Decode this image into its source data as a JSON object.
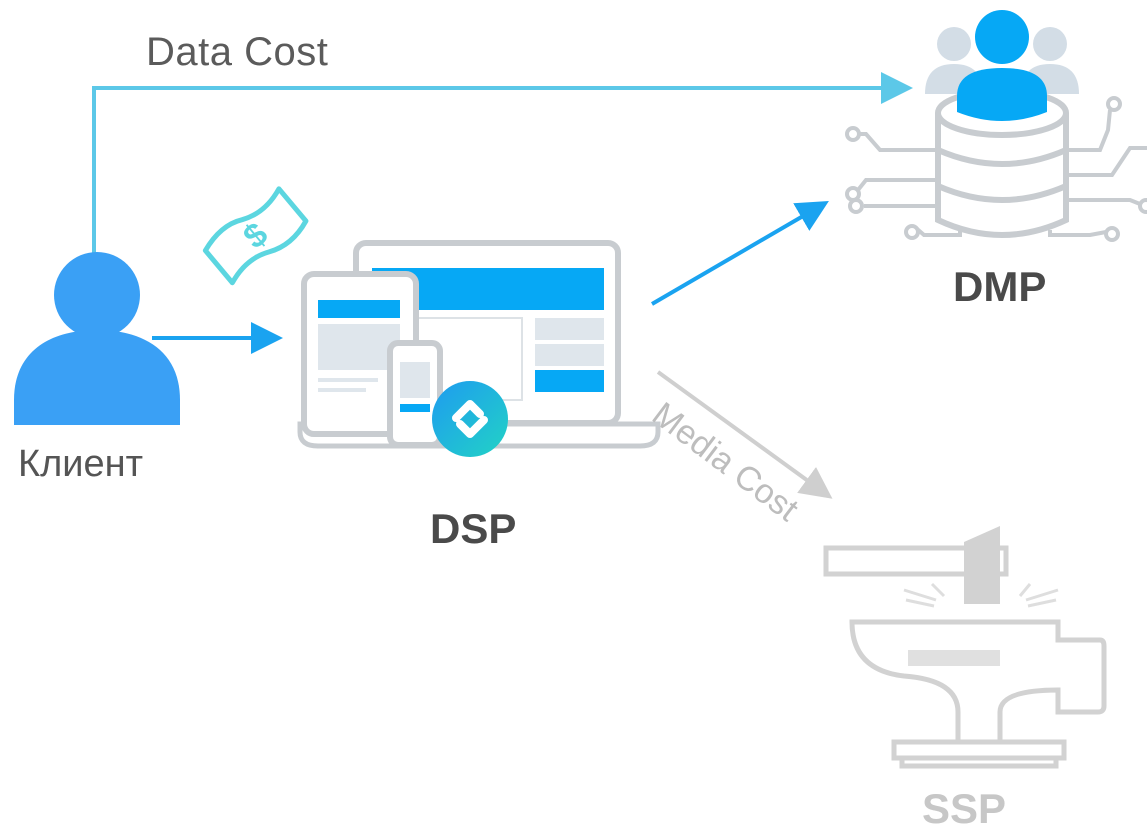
{
  "labels": {
    "data_cost": "Data Cost",
    "media_cost": "Media Cost",
    "client": "Клиент",
    "dsp": "DSP",
    "dmp": "DMP",
    "ssp": "SSP"
  },
  "icons": {
    "client": "person-icon",
    "money": "dollar-bill-icon",
    "dsp": "devices-icon",
    "dsp_logo": "logo-icon",
    "dmp": "database-users-icon",
    "ssp": "anvil-hammer-icon"
  },
  "colors": {
    "primary_blue": "#1aa3f0",
    "light_blue": "#5cc8e8",
    "device_gray": "#c8ccd0",
    "ssp_gray": "#d2d2d2",
    "text_dark": "#4a4a4a",
    "text_light": "#c7c7c7"
  }
}
